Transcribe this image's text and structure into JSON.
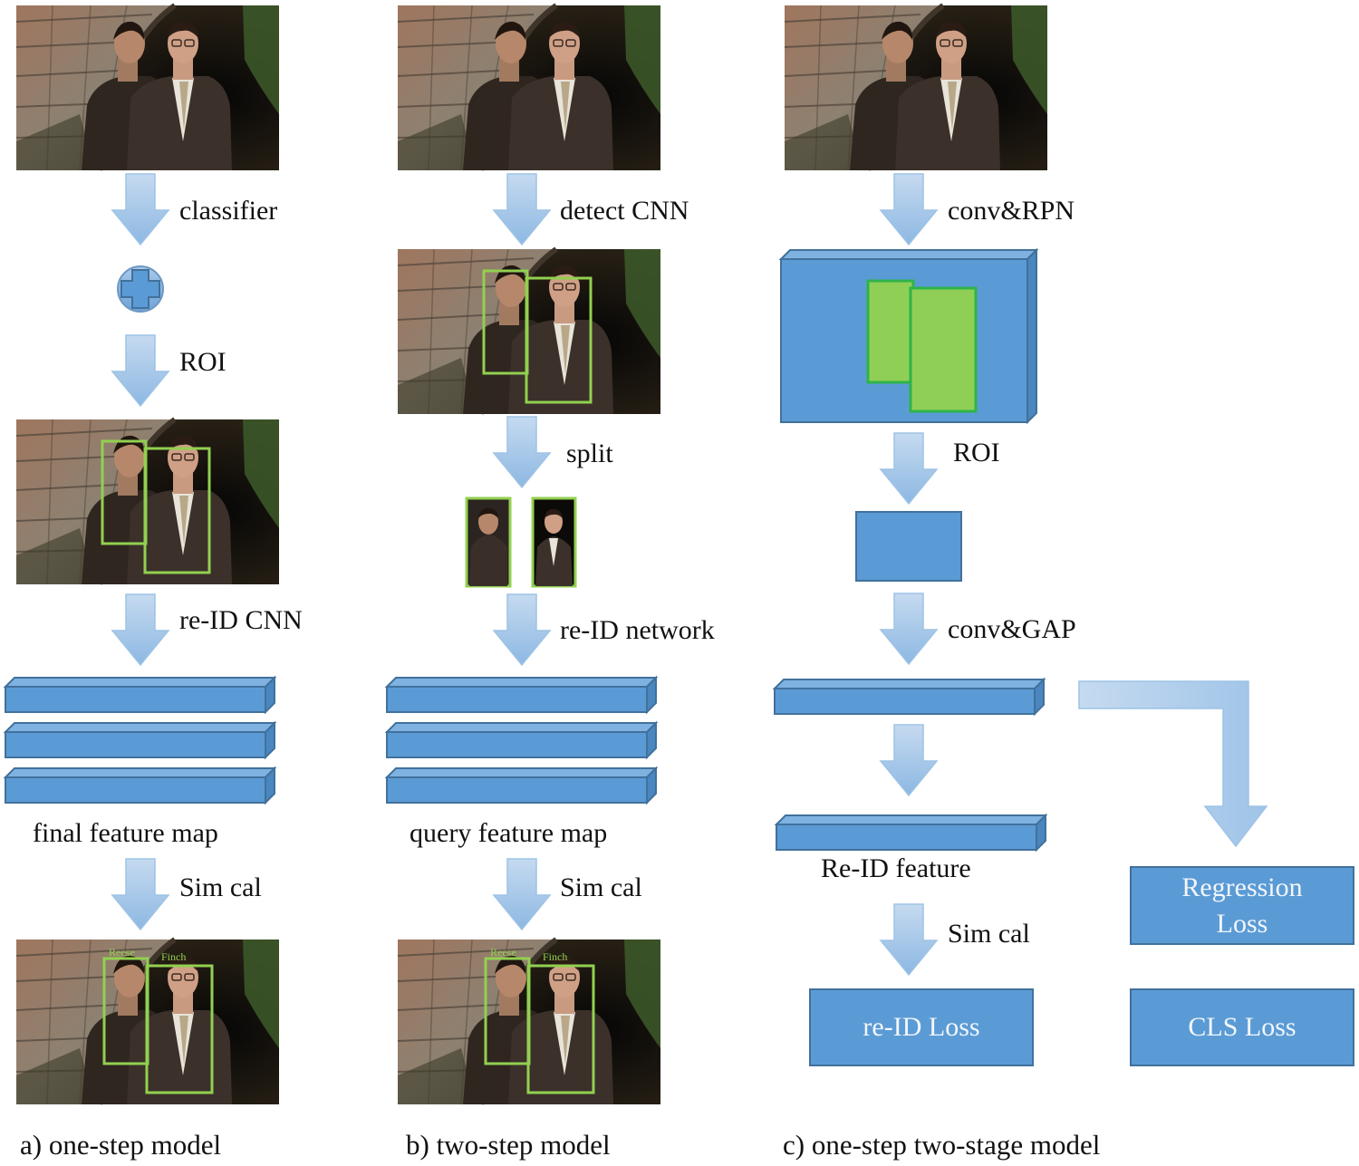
{
  "colA": {
    "step1": "classifier",
    "step2": "ROI",
    "step3": "re-ID CNN",
    "feature": "final feature map",
    "step4": "Sim cal",
    "caption": "a) one-step model",
    "tag1": "Reese",
    "tag2": "Finch"
  },
  "colB": {
    "step1": "detect CNN",
    "step2": "split",
    "step3": "re-ID network",
    "feature": "query feature map",
    "step4": "Sim cal",
    "caption": "b) two-step model",
    "tag1": "Reese",
    "tag2": "Finch"
  },
  "colC": {
    "step1": "conv&RPN",
    "step2": "ROI",
    "step3": "conv&GAP",
    "feature": "Re-ID feature",
    "step4": "Sim cal",
    "reid_loss": "re-ID Loss",
    "reg_loss_1": "Regression",
    "reg_loss_2": "Loss",
    "cls_loss": "CLS Loss",
    "caption": "c) one-step two-stage model"
  },
  "colors": {
    "block_fill": "#5b9bd5",
    "block_edge": "#41719c",
    "arrow": "#9dc3e6",
    "box_green": "#92d050",
    "region_green": "#8fcf56"
  }
}
